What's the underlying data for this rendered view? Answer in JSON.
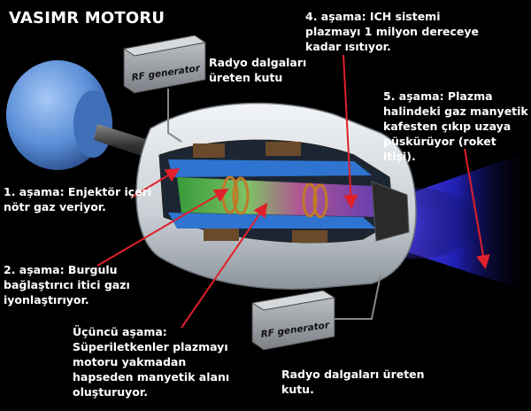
{
  "title": "VASIMR MOTORU",
  "boxes": {
    "rf_top": "RF generator",
    "rf_bottom": "RF generator"
  },
  "labels": {
    "radio_top": "Radyo dalgaları\nüreten kutu",
    "stage1": "1. aşama: Enjektör içeri\nnötr gaz veriyor.",
    "stage2": "2. aşama: Burgulu\nbağlaştırıcı itici gazı\niyonlaştırıyor.",
    "stage3": "Üçüncü aşama:\nSüperiletkenler plazmayı\nmotoru yakmadan\nhapseden manyetik alanı\noluşturuyor.",
    "stage4": "4. aşama: ICH sistemi\nplazmayı 1 milyon dereceye\nkadar ısıtıyor.",
    "stage5": "5. aşama: Plazma\nhalindeki gaz manyetik\nkafesten çıkıp uzaya\npüskürüyor (roket itişi).",
    "radio_bottom": "Radyo dalgaları üreten\nkutu."
  },
  "colors": {
    "background": "#000000",
    "arrow": "#e0202a",
    "tank": "#5b8fd8",
    "plume": "#3b3bff",
    "shell": "#d8dde2"
  }
}
